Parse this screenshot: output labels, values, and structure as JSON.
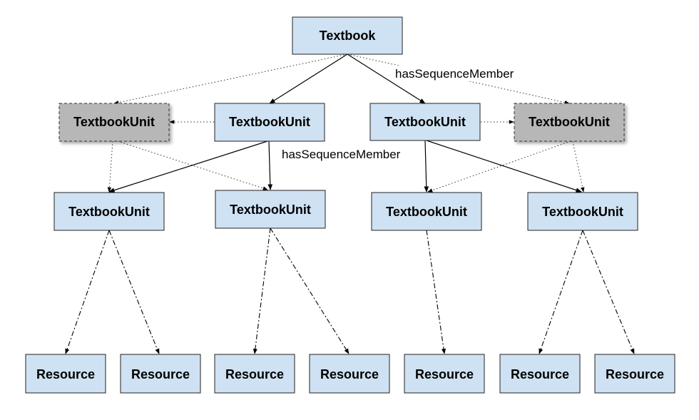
{
  "nodes": {
    "root": "Textbook",
    "unit_ghost_left": "TextbookUnit",
    "unit_left": "TextbookUnit",
    "unit_right": "TextbookUnit",
    "unit_ghost_right": "TextbookUnit",
    "unit_l3_1": "TextbookUnit",
    "unit_l3_2": "TextbookUnit",
    "unit_l3_3": "TextbookUnit",
    "unit_l3_4": "TextbookUnit",
    "resources": [
      "Resource",
      "Resource",
      "Resource",
      "Resource",
      "Resource",
      "Resource",
      "Resource"
    ]
  },
  "edge_labels": {
    "top": "hasSequenceMember",
    "middle": "hasSequenceMember"
  },
  "colors": {
    "node_fill": "#cfe2f3",
    "ghost_fill": "#b7b7b7",
    "stroke": "#222222"
  }
}
